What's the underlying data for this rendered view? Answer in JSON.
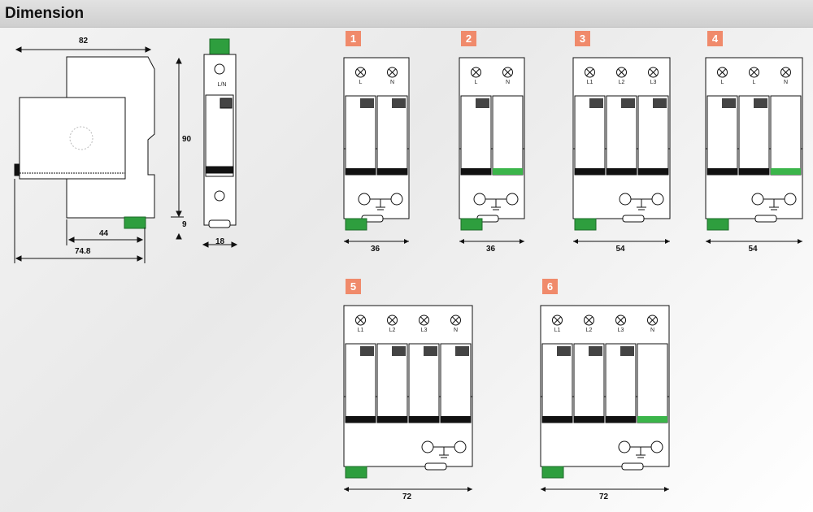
{
  "header": {
    "title": "Dimension"
  },
  "side_view": {
    "width": "82",
    "depth_1": "44",
    "depth_2": "74.8",
    "height": "90",
    "foot": "9"
  },
  "front_view": {
    "width": "18",
    "terminal_label": "L/N"
  },
  "variants": [
    {
      "badge": "1",
      "width": "36",
      "labels": [
        "L",
        "N"
      ]
    },
    {
      "badge": "2",
      "width": "36",
      "labels": [
        "L",
        "N"
      ]
    },
    {
      "badge": "3",
      "width": "54",
      "labels": [
        "L1",
        "L2",
        "L3"
      ]
    },
    {
      "badge": "4",
      "width": "54",
      "labels": [
        "L",
        "L",
        "N"
      ]
    },
    {
      "badge": "5",
      "width": "72",
      "labels": [
        "L1",
        "L2",
        "L3",
        "N"
      ]
    },
    {
      "badge": "6",
      "width": "72",
      "labels": [
        "L1",
        "L2",
        "L3",
        "N"
      ]
    }
  ],
  "colors": {
    "badge": "#f08a6b",
    "green_module": "#3bb54a",
    "terminal_block": "#2e9e3e",
    "header": "#d6d6d6"
  }
}
